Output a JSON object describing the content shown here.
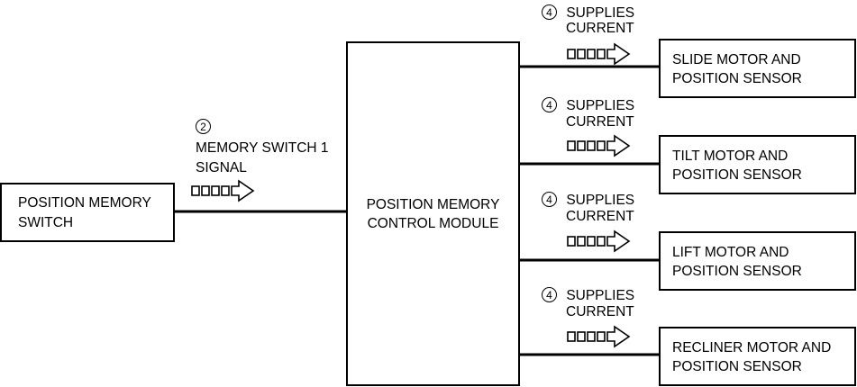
{
  "nodes": {
    "switch": {
      "line1": "POSITION MEMORY",
      "line2": "SWITCH"
    },
    "module": {
      "line1": "POSITION MEMORY",
      "line2": "CONTROL MODULE"
    },
    "slide": {
      "line1": "SLIDE MOTOR AND",
      "line2": "POSITION SENSOR"
    },
    "tilt": {
      "line1": "TILT MOTOR AND",
      "line2": "POSITION SENSOR"
    },
    "lift": {
      "line1": "LIFT MOTOR AND",
      "line2": "POSITION SENSOR"
    },
    "recliner": {
      "line1": "RECLINER MOTOR AND",
      "line2": "POSITION SENSOR"
    }
  },
  "signals": {
    "memory_switch": {
      "step": "2",
      "line1": "MEMORY SWITCH 1",
      "line2": "SIGNAL"
    },
    "supply": {
      "step": "4",
      "line1": "SUPPLIES",
      "line2": "CURRENT"
    }
  }
}
